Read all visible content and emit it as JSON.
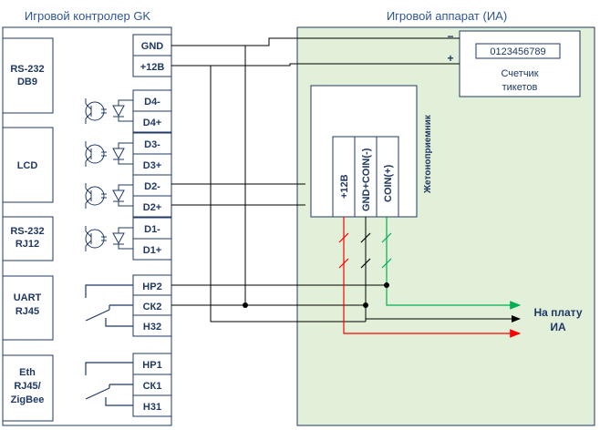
{
  "controller": {
    "title": "Игровой контролер GK",
    "blocks": [
      "RS-232\nDB9",
      "LCD",
      "RS-232\nRJ12",
      "UART\nRJ45",
      "Eth\nRJ45/\nZigBee"
    ],
    "pins": [
      "GND",
      "+12В",
      "D4-",
      "D4+",
      "D3-",
      "D3+",
      "D2-",
      "D2+",
      "D1-",
      "D1+",
      "НР2",
      "СК2",
      "Н32",
      "НР1",
      "СК1",
      "Н31"
    ]
  },
  "machine": {
    "title": "Игровой аппарат (ИА)",
    "counter": {
      "display": "0123456789",
      "label_line1": "Счетчик",
      "label_line2": "тикетов",
      "minus": "−",
      "plus": "+"
    },
    "acceptor": {
      "title": "Жетоноприемник",
      "terminals": [
        "+12В",
        "GND+COIN(-)",
        "COIN(+)"
      ]
    },
    "output": {
      "line1": "На плату",
      "line2": "ИА"
    }
  },
  "colors": {
    "panel_fill": "#e2efd9",
    "block_border": "#1f3864",
    "wire_red": "#ff0000",
    "wire_green": "#00b050",
    "text_blue": "#2f5597"
  }
}
